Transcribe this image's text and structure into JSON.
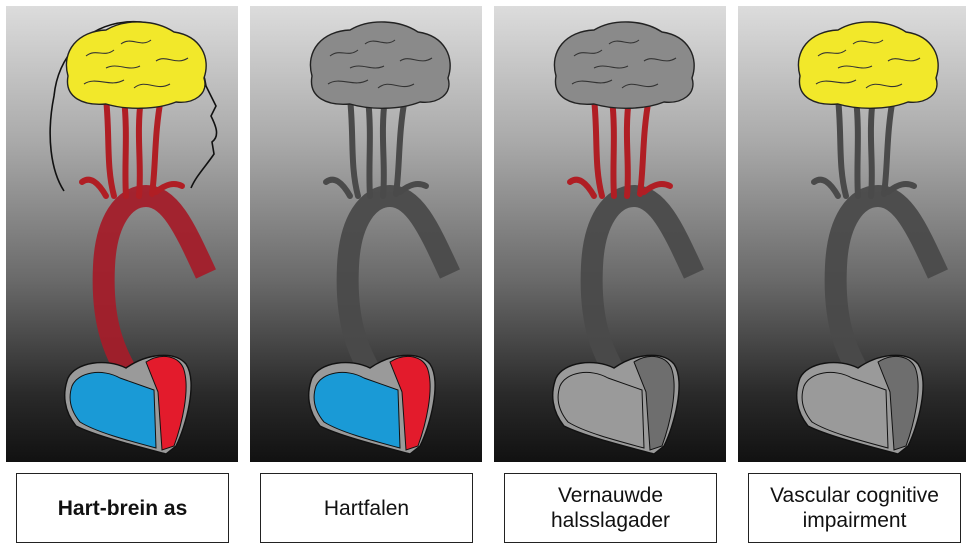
{
  "panels": [
    {
      "label": "Hart-brein as",
      "bold": true,
      "brain": "#f2e82a",
      "arteries": "#b01e24",
      "aorta": "#a31e2a",
      "heart_left": "#1a9ad6",
      "heart_right": "#e31b2c",
      "head_outline": true
    },
    {
      "label": "Hartfalen",
      "bold": false,
      "brain": "#8a8a8a",
      "arteries": "#4a4a4a",
      "aorta": "#4a4a4a",
      "heart_left": "#1a9ad6",
      "heart_right": "#e31b2c",
      "head_outline": false
    },
    {
      "label": "Vernauwde\nhalsslagader",
      "bold": false,
      "brain": "#8a8a8a",
      "arteries": "#b01e24",
      "aorta": "#4a4a4a",
      "heart_left": "#9a9a9a",
      "heart_right": "#6e6e6e",
      "head_outline": false
    },
    {
      "label": "Vascular cognitive\nimpairment",
      "bold": false,
      "brain": "#f2e82a",
      "arteries": "#4a4a4a",
      "aorta": "#4a4a4a",
      "heart_left": "#9a9a9a",
      "heart_right": "#6e6e6e",
      "head_outline": false
    }
  ]
}
